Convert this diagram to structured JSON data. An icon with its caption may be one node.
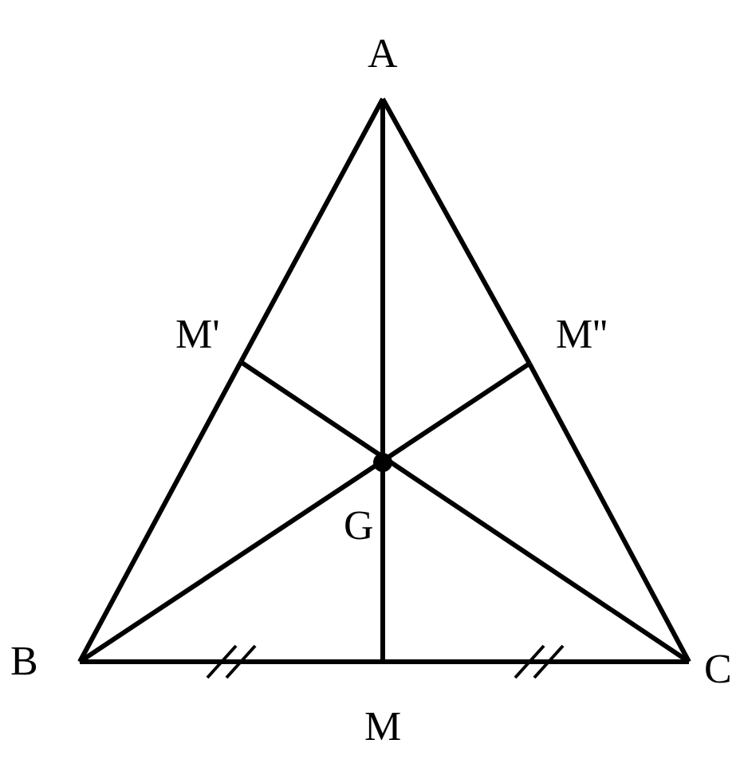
{
  "diagram": {
    "nodes": [
      {
        "text": [
          "A"
        ]
      },
      {
        "text": [
          "M'"
        ]
      },
      {
        "text": [
          "M''"
        ]
      },
      {
        "text": [
          "G"
        ]
      },
      {
        "text": [
          "B"
        ]
      },
      {
        "text": [
          "M"
        ]
      },
      {
        "text": [
          "C"
        ]
      }
    ],
    "edges": [
      {
        "from": 0,
        "to": 1,
        "arrow": "none"
      },
      {
        "from": 1,
        "to": 4,
        "arrow": "none"
      },
      {
        "from": 0,
        "to": 2,
        "arrow": "none"
      },
      {
        "from": 2,
        "to": 6,
        "arrow": "none"
      },
      {
        "from": 4,
        "to": 5,
        "arrow": "none"
      },
      {
        "from": 5,
        "to": 6,
        "arrow": "none"
      },
      {
        "from": 0,
        "to": 5,
        "arrow": "none"
      },
      {
        "from": 4,
        "to": 2,
        "arrow": "none"
      },
      {
        "from": 6,
        "to": 1,
        "arrow": "none"
      }
    ]
  }
}
